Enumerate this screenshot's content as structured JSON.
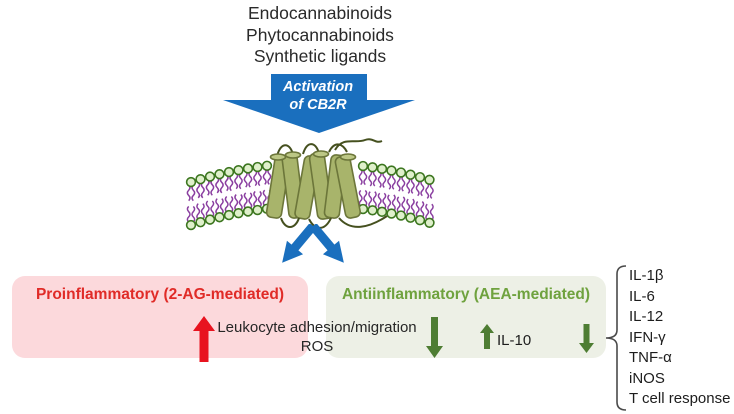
{
  "colors": {
    "blue": "#1a6fbe",
    "text_dark": "#2a2a2a",
    "pink_bg": "#fcd9dc",
    "red_title": "#e02b27",
    "red_arrow": "#e8131f",
    "green_bg": "#edf0e6",
    "green_title": "#6fa23e",
    "green_arrow": "#4e7d33",
    "bracket": "#4a4a4a",
    "lipid_head_fill": "#dff0cb",
    "lipid_head_stroke": "#3c761f",
    "lipid_tail": "#8a3fa0",
    "helix_fill": "#a8b46b",
    "helix_stroke": "#6c763a",
    "helix_cap": "#bcc785",
    "loop": "#45501f"
  },
  "ligands": {
    "lines": [
      "Endocannabinoids",
      "Phytocannabinoids",
      "Synthetic ligands"
    ]
  },
  "activation_arrow": {
    "line1": "Activation",
    "line2": "of CB2R"
  },
  "membrane": {
    "description": "cell-membrane-with-cb2-receptor"
  },
  "proinflammatory_box": {
    "title": "Proinflammatory (2-AG-mediated)"
  },
  "antiinflammatory_box": {
    "title": "Antiinflammatory (AEA-mediated)"
  },
  "shared_effects": {
    "line1": "Leukocyte adhesion/migration",
    "line2": "ROS"
  },
  "il10_label": "IL-10",
  "cytokines": {
    "items": [
      "IL-1β",
      "IL-6",
      "IL-12",
      "IFN-γ",
      "TNF-α",
      "iNOS",
      "T cell response"
    ]
  }
}
